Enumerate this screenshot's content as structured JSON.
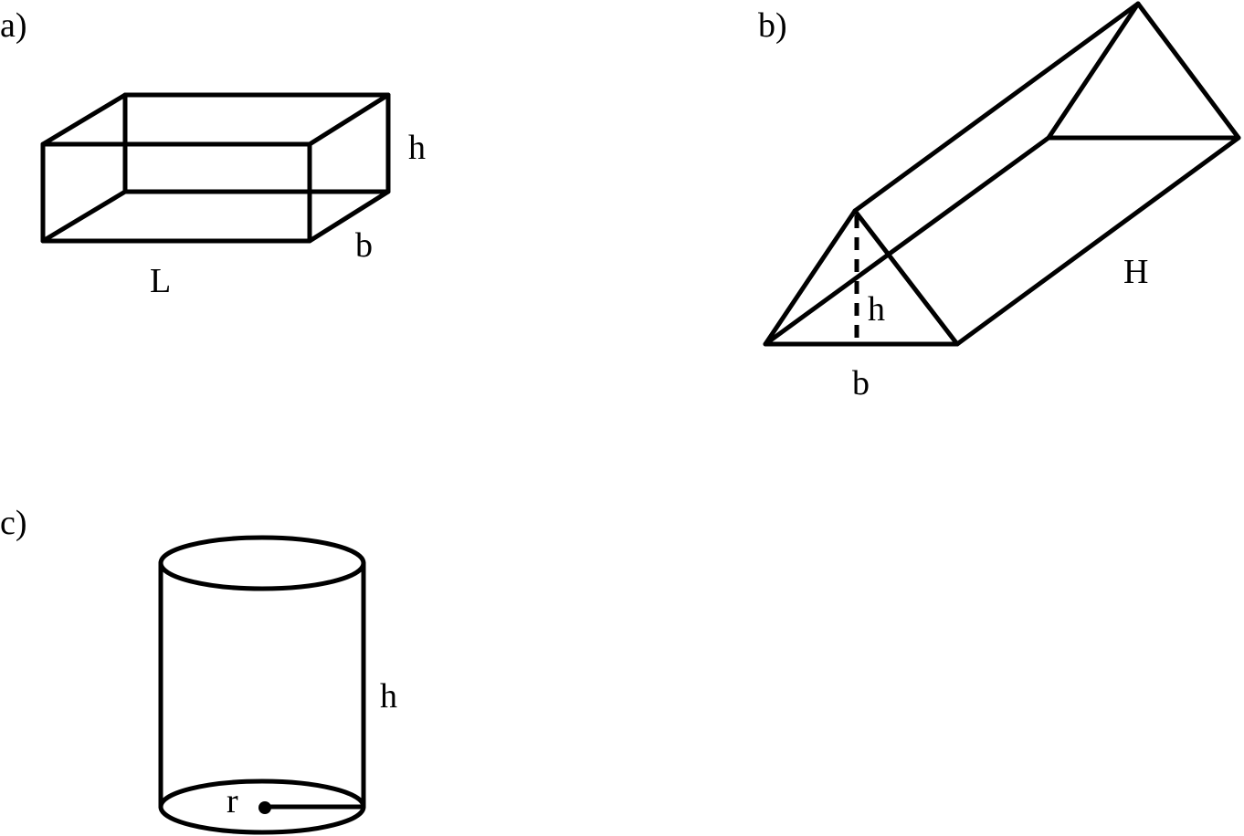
{
  "figures": {
    "a": {
      "label": "a)",
      "shape": "rectangular box",
      "dimensions": {
        "length": "L",
        "width": "b",
        "height": "h"
      }
    },
    "b": {
      "label": "b)",
      "shape": "triangular prism",
      "dimensions": {
        "base": "b",
        "triangle_height": "h",
        "length": "H"
      }
    },
    "c": {
      "label": "c)",
      "shape": "cylinder",
      "dimensions": {
        "radius": "r",
        "height": "h"
      }
    }
  },
  "colors": {
    "line": "#000000",
    "background": "#ffffff"
  }
}
